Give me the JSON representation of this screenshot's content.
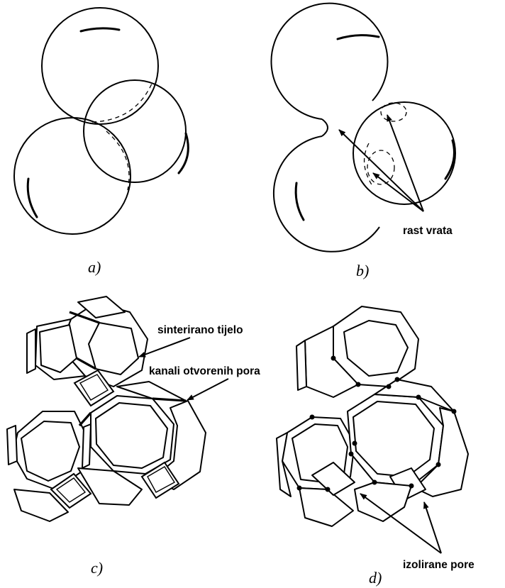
{
  "panels": [
    {
      "id": "a",
      "label": "a)"
    },
    {
      "id": "b",
      "label": "b)"
    },
    {
      "id": "c",
      "label": "c)"
    },
    {
      "id": "d",
      "label": "d)"
    }
  ],
  "annotations": {
    "neck_growth": "rast vrata",
    "sintered_body": "sinterirano tijelo",
    "open_pore_channels": "kanali otvorenih pora",
    "isolated_pores": "izolirane pore"
  }
}
